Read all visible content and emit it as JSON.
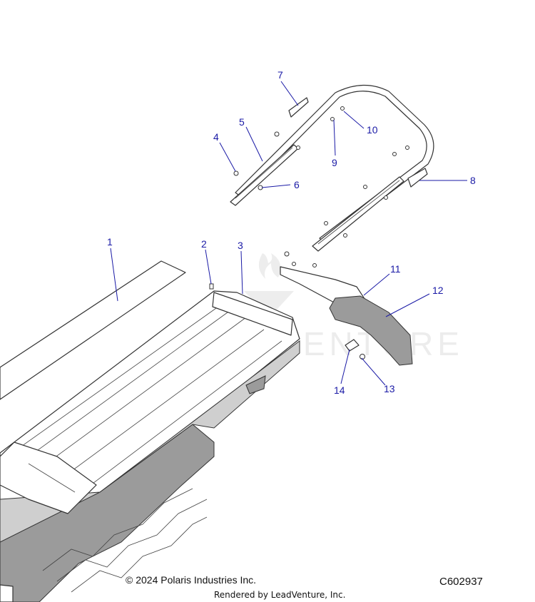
{
  "diagram": {
    "callouts": [
      {
        "id": "1",
        "label": "1"
      },
      {
        "id": "2",
        "label": "2"
      },
      {
        "id": "3",
        "label": "3"
      },
      {
        "id": "4",
        "label": "4"
      },
      {
        "id": "5",
        "label": "5"
      },
      {
        "id": "6",
        "label": "6"
      },
      {
        "id": "7",
        "label": "7"
      },
      {
        "id": "8",
        "label": "8"
      },
      {
        "id": "9",
        "label": "9"
      },
      {
        "id": "10",
        "label": "10"
      },
      {
        "id": "11",
        "label": "11"
      },
      {
        "id": "12",
        "label": "12"
      },
      {
        "id": "13",
        "label": "13"
      },
      {
        "id": "14",
        "label": "14"
      }
    ],
    "watermark_text": "LEADVENTURE"
  },
  "footer": {
    "copyright": "© 2024 Polaris Industries Inc.",
    "rendered_by": "Rendered by LeadVenture, Inc.",
    "diagram_id": "C602937"
  },
  "colors": {
    "callout": "#1a1aa6",
    "line_art": "#333333",
    "shade": "#9b9b9b"
  }
}
